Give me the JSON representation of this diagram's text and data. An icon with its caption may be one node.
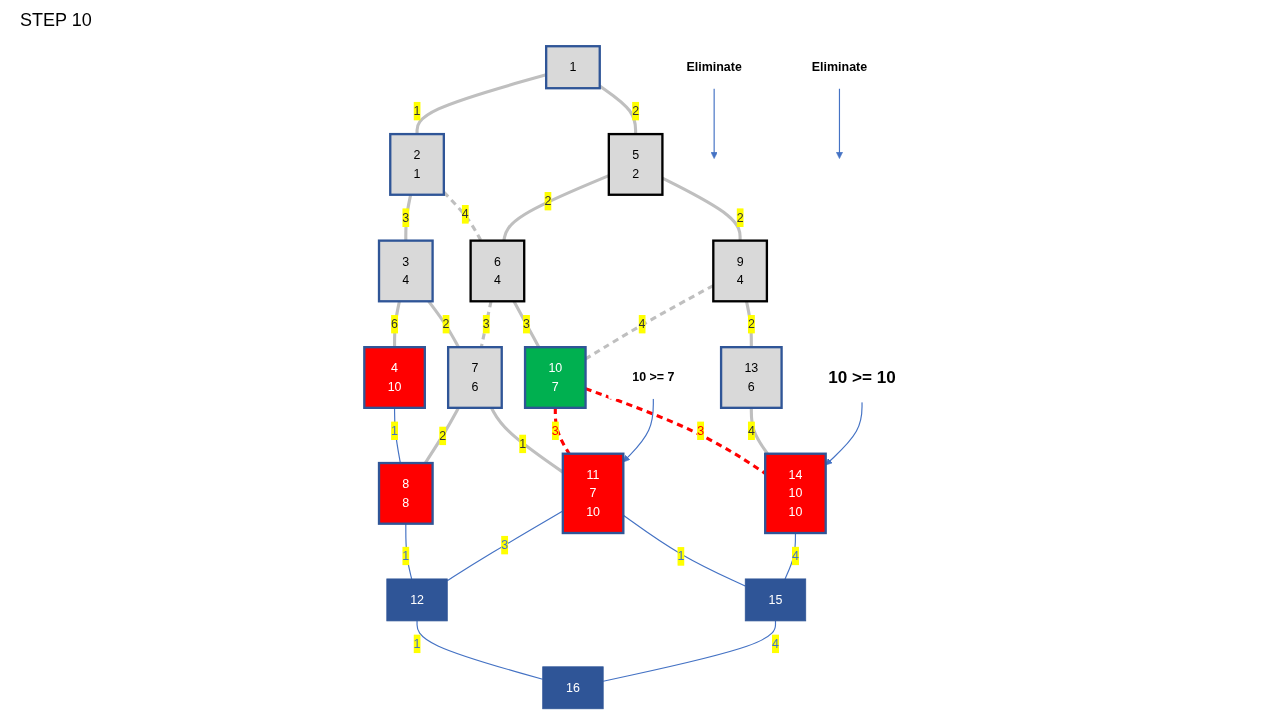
{
  "diagram": {
    "title": "STEP 10",
    "nodes": [
      {
        "text": [
          "1"
        ]
      },
      {
        "text": [
          "2",
          "1"
        ]
      },
      {
        "text": [
          "3",
          "4"
        ]
      },
      {
        "text": [
          "4",
          "10"
        ]
      },
      {
        "text": [
          "5",
          "2"
        ]
      },
      {
        "text": [
          "6",
          "4"
        ]
      },
      {
        "text": [
          "7",
          "6"
        ]
      },
      {
        "text": [
          "8",
          "8"
        ]
      },
      {
        "text": [
          "9",
          "4"
        ]
      },
      {
        "text": [
          "10",
          "7"
        ]
      },
      {
        "text": [
          "11",
          "7",
          "10"
        ]
      },
      {
        "text": [
          "12"
        ]
      },
      {
        "text": [
          "13",
          "6"
        ]
      },
      {
        "text": [
          "14",
          "10",
          "10"
        ]
      },
      {
        "text": [
          "15"
        ]
      },
      {
        "text": [
          "16"
        ]
      },
      {
        "text": [
          "Eliminate"
        ]
      },
      {
        "text": [
          "Eliminate"
        ]
      },
      {
        "text": [
          "10 >= 7"
        ]
      },
      {
        "text": [
          "10 >= 10"
        ]
      }
    ],
    "edges": [
      {
        "from": 0,
        "to": 1,
        "arrow": "none",
        "label": "1"
      },
      {
        "from": 1,
        "to": 2,
        "arrow": "none",
        "label": "3"
      },
      {
        "from": 2,
        "to": 3,
        "arrow": "none",
        "label": "6"
      },
      {
        "from": 0,
        "to": 4,
        "arrow": "none",
        "label": "2"
      },
      {
        "from": 1,
        "to": 5,
        "arrow": "none",
        "label": "4",
        "style": "dashed"
      },
      {
        "from": 2,
        "to": 6,
        "arrow": "none",
        "label": "2"
      },
      {
        "from": 3,
        "to": 7,
        "arrow": "none",
        "label": "1",
        "color": "#4472c4"
      },
      {
        "from": 4,
        "to": 5,
        "arrow": "none",
        "label": "2"
      },
      {
        "from": 5,
        "to": 6,
        "arrow": "none",
        "label": "3",
        "style": "dashed"
      },
      {
        "from": 6,
        "to": 7,
        "arrow": "none",
        "label": "2"
      },
      {
        "from": 4,
        "to": 8,
        "arrow": "none",
        "label": "2"
      },
      {
        "from": 5,
        "to": 9,
        "arrow": "none",
        "label": "3"
      },
      {
        "from": 6,
        "to": 10,
        "arrow": "none",
        "label": "1"
      },
      {
        "from": 7,
        "to": 11,
        "arrow": "none",
        "label": "1",
        "color": "#4472c4"
      },
      {
        "from": 8,
        "to": 9,
        "arrow": "none",
        "label": "4",
        "style": "dashed"
      },
      {
        "from": 9,
        "to": 10,
        "arrow": "none",
        "label": "3",
        "style": "dashed",
        "color": "#ff0000"
      },
      {
        "from": 10,
        "to": 11,
        "arrow": "none",
        "label": "3",
        "color": "#4472c4"
      },
      {
        "from": 8,
        "to": 12,
        "arrow": "none",
        "label": "2"
      },
      {
        "from": 9,
        "to": 13,
        "arrow": "none",
        "label": "3",
        "style": "dashed",
        "color": "#ff0000"
      },
      {
        "from": 10,
        "to": 14,
        "arrow": "none",
        "label": "1",
        "color": "#4472c4"
      },
      {
        "from": 11,
        "to": 15,
        "arrow": "none",
        "label": "1",
        "color": "#4472c4"
      },
      {
        "from": 12,
        "to": 13,
        "arrow": "none",
        "label": "4"
      },
      {
        "from": 13,
        "to": 14,
        "arrow": "none",
        "label": "4",
        "color": "#4472c4"
      },
      {
        "from": 14,
        "to": 15,
        "arrow": "none",
        "label": "4",
        "color": "#4472c4"
      },
      {
        "from": 16,
        "to": null,
        "arrow": "to",
        "color": "#4472c4"
      },
      {
        "from": 17,
        "to": null,
        "arrow": "to",
        "color": "#4472c4"
      },
      {
        "from": 18,
        "to": 10,
        "arrow": "to",
        "color": "#4472c4"
      },
      {
        "from": 19,
        "to": 13,
        "arrow": "to",
        "color": "#4472c4"
      }
    ]
  }
}
